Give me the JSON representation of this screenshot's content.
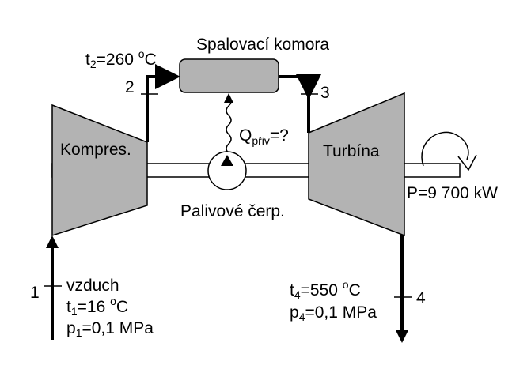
{
  "labels": {
    "combustion_chamber": "Spalovací komora",
    "compressor": "Kompres.",
    "turbine": "Turbína",
    "fuel_pump": "Palivové čerp.",
    "power": "P=9 700 kW",
    "heat_in": {
      "main": "Q",
      "sub": "přiv",
      "rest": "=?"
    },
    "air": "vzduch"
  },
  "points": {
    "p1": "1",
    "p2": "2",
    "p3": "3",
    "p4": "4"
  },
  "states": {
    "t2": {
      "sym": "t",
      "sub": "2",
      "eq": "=260 ",
      "deg": "o",
      "unit": "C"
    },
    "t1": {
      "sym": "t",
      "sub": "1",
      "eq": "=16 ",
      "deg": "o",
      "unit": "C"
    },
    "p1": {
      "sym": "p",
      "sub": "1",
      "eq": "=0,1 MPa"
    },
    "t4": {
      "sym": "t",
      "sub": "4",
      "eq": "=550 ",
      "deg": "o",
      "unit": "C"
    },
    "p4": {
      "sym": "p",
      "sub": "4",
      "eq": "=0,1 MPa"
    }
  },
  "colors": {
    "component_fill": "#b3b3b3",
    "line": "#000000"
  }
}
